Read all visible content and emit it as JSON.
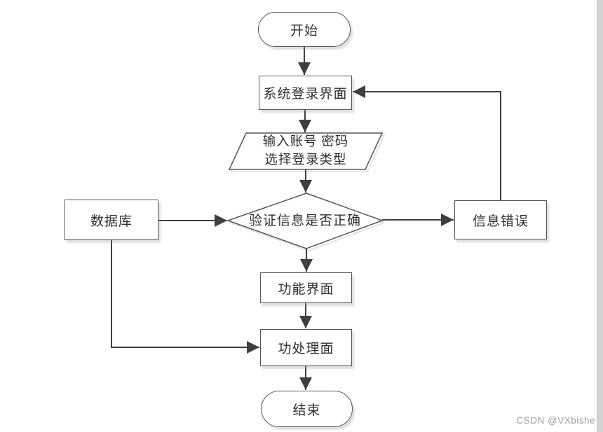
{
  "diagram": {
    "kind": "flowchart",
    "colors": {
      "background": "#ffffff",
      "line": "#3f3f3f",
      "shape_border": "#565656",
      "shape_fill": "#ffffff",
      "text": "#2f2f2f",
      "shadow": "#dcdcdc"
    },
    "nodes": {
      "start": {
        "type": "terminator",
        "label": "开始"
      },
      "login": {
        "type": "process",
        "label": "系统登录界面"
      },
      "input": {
        "type": "data",
        "label_line1": "输入账号 密码",
        "label_line2": "选择登录类型"
      },
      "verify": {
        "type": "decision",
        "label": "验证信息是否正确"
      },
      "database": {
        "type": "process",
        "label": "数据库"
      },
      "error": {
        "type": "process",
        "label": "信息错误"
      },
      "function": {
        "type": "process",
        "label": "功能界面"
      },
      "process": {
        "type": "process",
        "label": "功处理面"
      },
      "end": {
        "type": "terminator",
        "label": "结束"
      }
    },
    "edges": [
      {
        "from": "start",
        "to": "login"
      },
      {
        "from": "login",
        "to": "input"
      },
      {
        "from": "input",
        "to": "verify"
      },
      {
        "from": "verify",
        "to": "function"
      },
      {
        "from": "function",
        "to": "process"
      },
      {
        "from": "process",
        "to": "end"
      },
      {
        "from": "database",
        "to": "verify"
      },
      {
        "from": "verify",
        "to": "error"
      },
      {
        "from": "database",
        "to": "process"
      },
      {
        "from": "error",
        "to": "login"
      }
    ]
  },
  "watermark": {
    "text": "CSDN @VXbishe"
  }
}
